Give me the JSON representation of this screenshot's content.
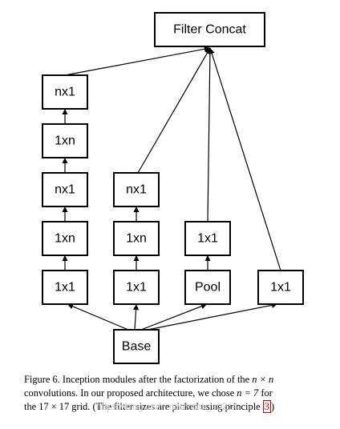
{
  "nodes": {
    "concat": "Filter Concat",
    "c1_r1": "1x1",
    "c1_r2": "1xn",
    "c1_r3": "nx1",
    "c1_r4": "1xn",
    "c1_r5": "nx1",
    "c2_r1": "1x1",
    "c2_r2": "1xn",
    "c2_r3": "nx1",
    "c3_r1": "Pool",
    "c3_r2": "1x1",
    "c4_r1": "1x1",
    "base": "Base"
  },
  "caption": {
    "line1_a": "Figure 6. Inception modules after the factorization of the ",
    "math1": "n × n",
    "line2_a": "convolutions. In our proposed architecture, we chose ",
    "math2": "n = 7",
    "line2_b": " for",
    "line3_a": "the 17 × 17 grid. (The filter sizes are picked using principle ",
    "ref": "3",
    "line3_b": ")",
    "watermark": "https://blog.csdn.net/frank_s0214"
  }
}
